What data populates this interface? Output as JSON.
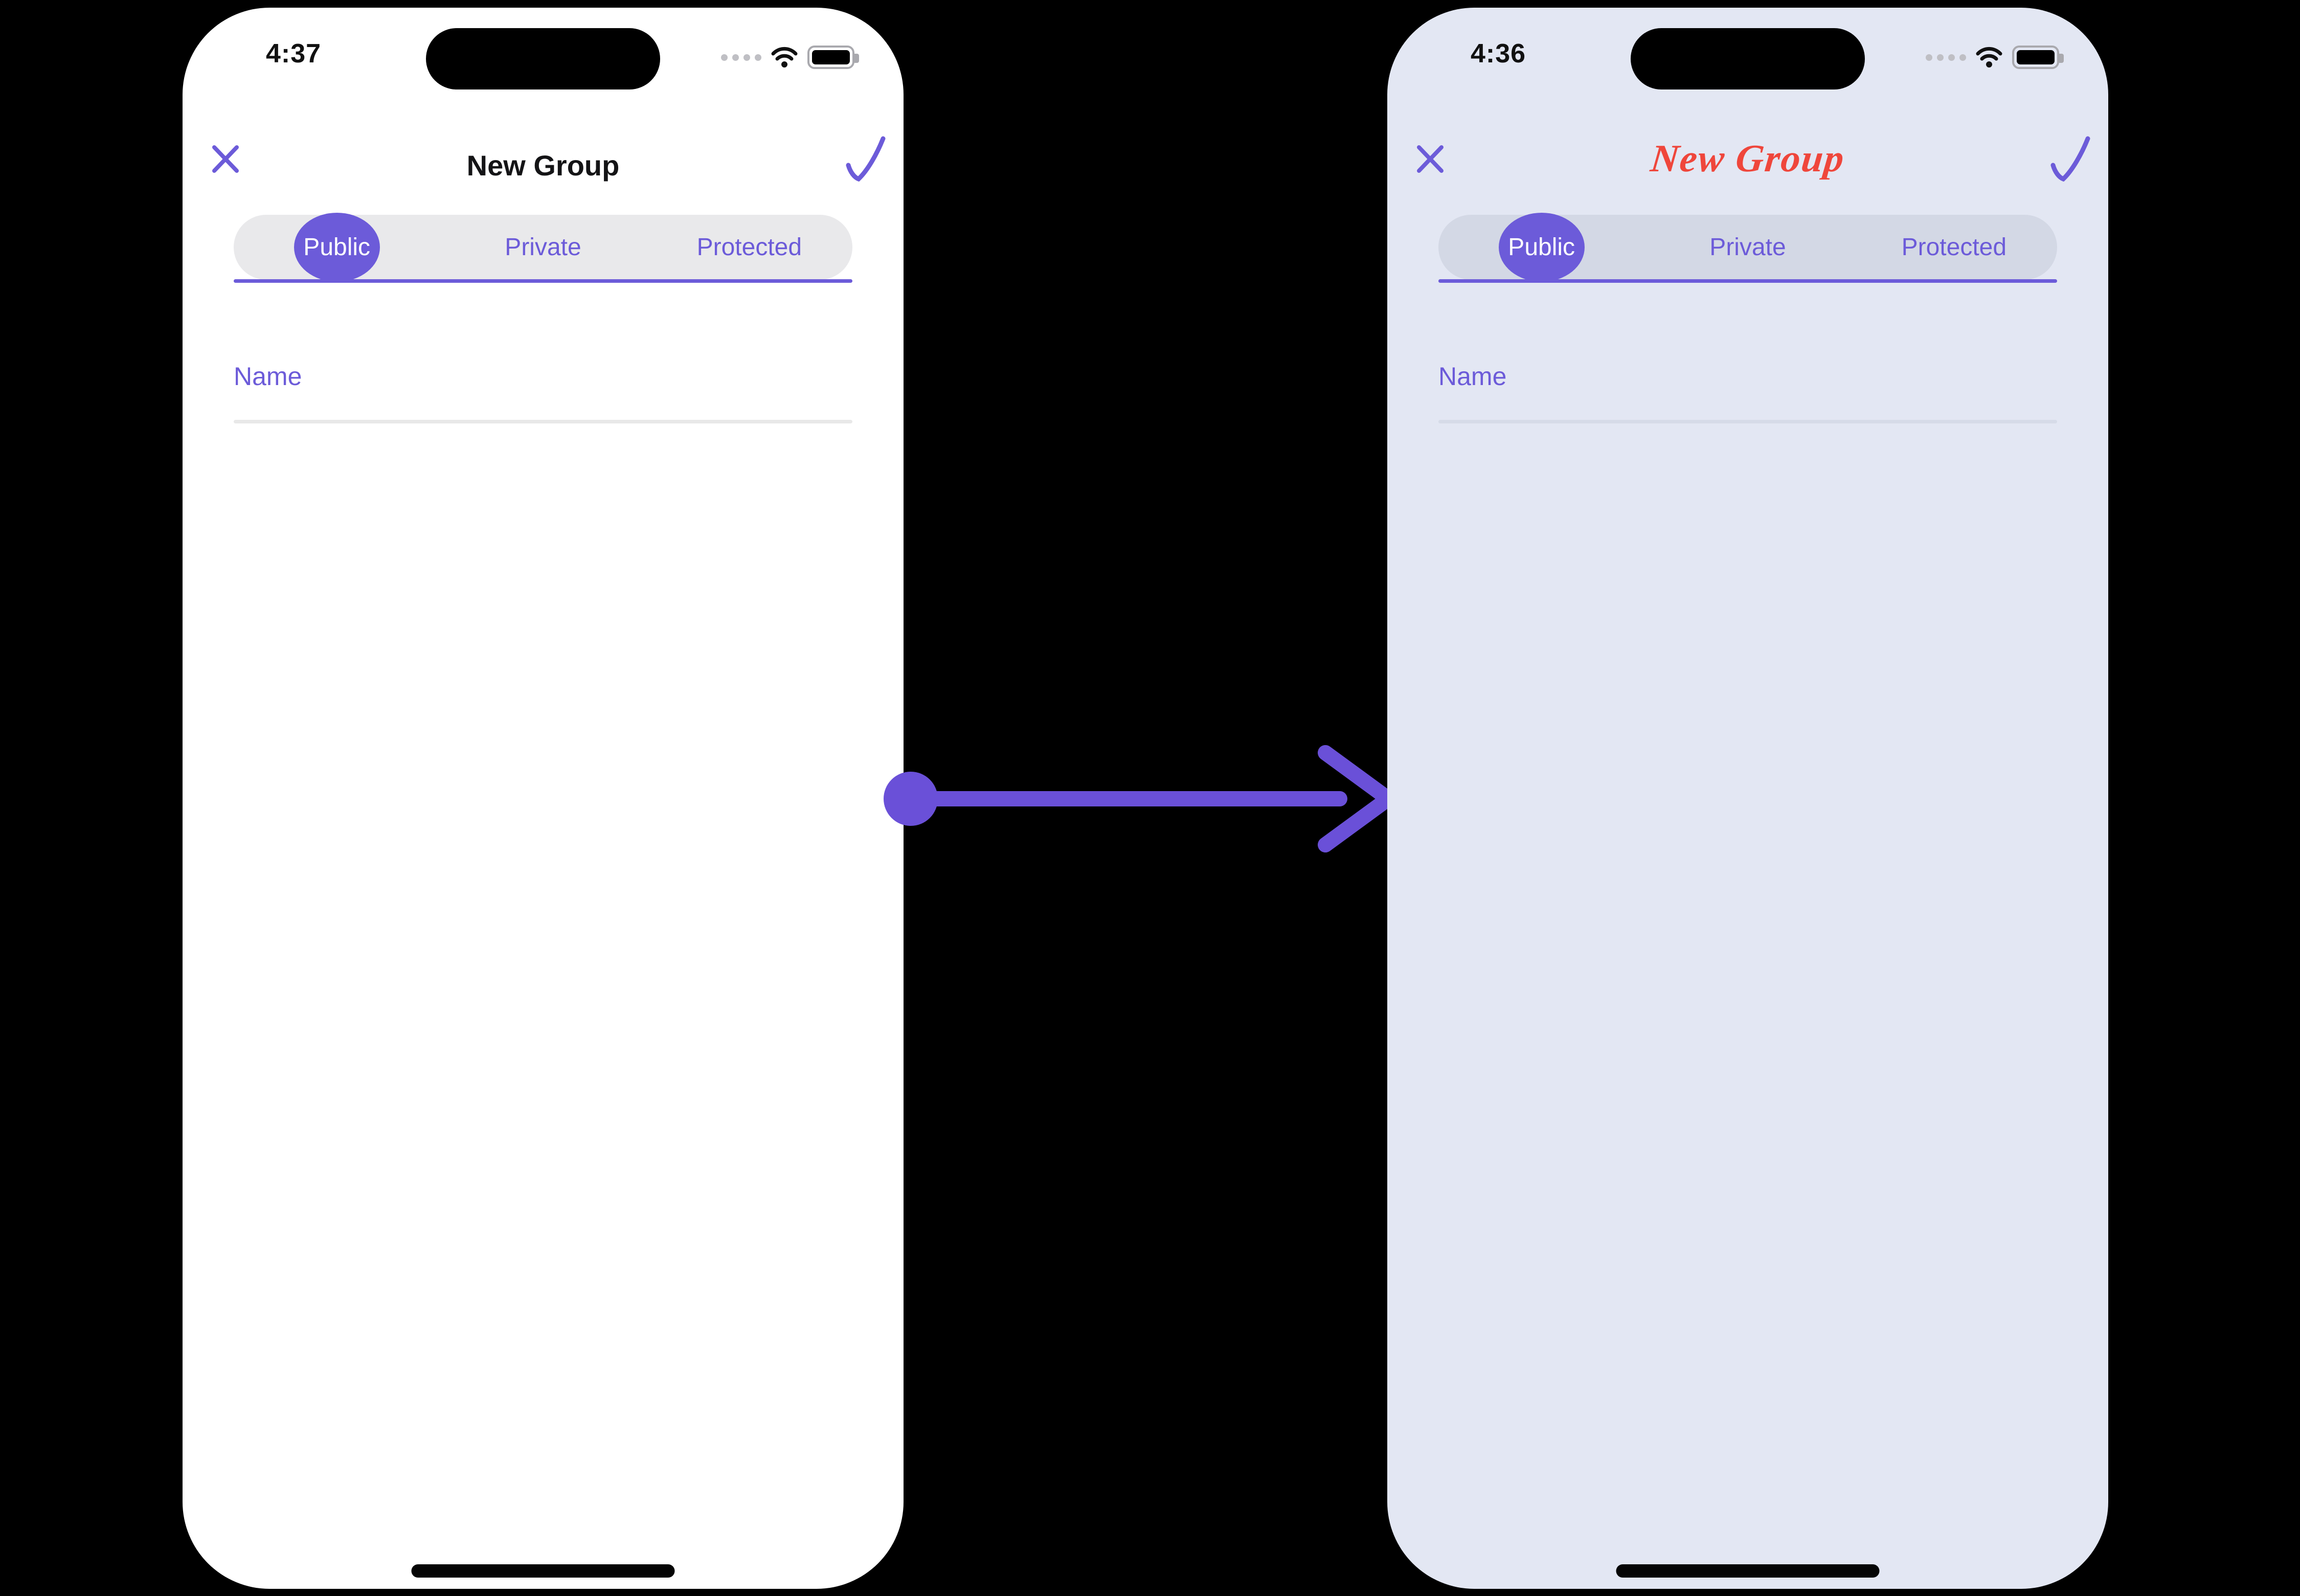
{
  "colors": {
    "accent": "#6c5bd9",
    "red-title": "#ef463b",
    "arrow": "#6a50d8",
    "phone-bg-left": "#ffffff",
    "phone-bg-right": "#e3e7f3",
    "pill-bg-left": "#e9e9eb",
    "pill-bg-right": "#d3d8e5",
    "underline-left": "#e8e8e8",
    "underline-right": "#d6dbe8"
  },
  "icons": {
    "close-icon": "✕",
    "checkmark-icon": "✓",
    "cellular-dots-icon": "····",
    "wifi-icon": "wifi arcs",
    "battery-icon": "filled battery",
    "transition-arrow": "dot-line-chevron pointing right"
  },
  "phones": [
    {
      "variant": "before (default theme)",
      "time": "4:37",
      "title": "New Group",
      "title_style": "plain black",
      "tabs": [
        "Public",
        "Private",
        "Protected"
      ],
      "selected_tab": "Public",
      "name_placeholder": "Name"
    },
    {
      "variant": "after (custom theme)",
      "time": "4:36",
      "title": "New Group",
      "title_style": "red cursive script",
      "tabs": [
        "Public",
        "Private",
        "Protected"
      ],
      "selected_tab": "Public",
      "name_placeholder": "Name"
    }
  ]
}
